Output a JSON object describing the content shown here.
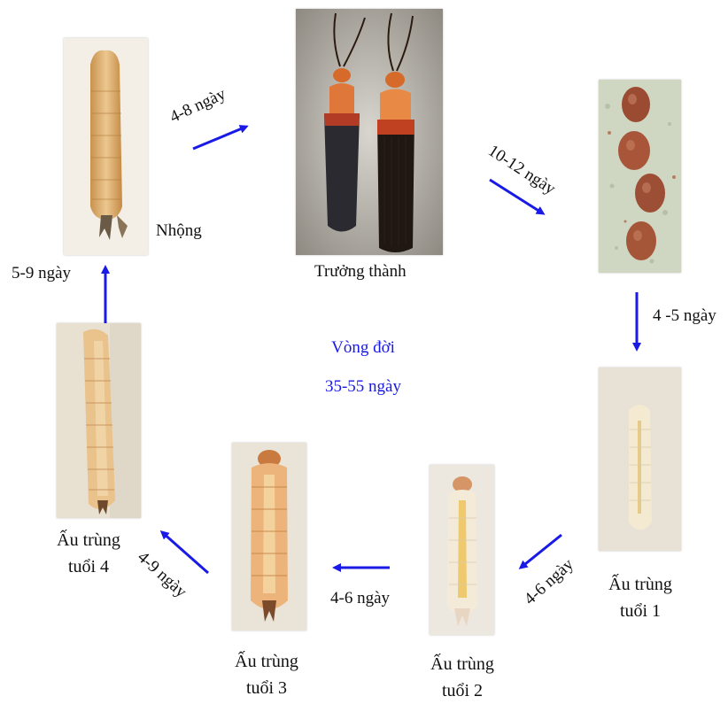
{
  "colors": {
    "arrow": "#1a1ae6",
    "center_text": "#1a1ae6"
  },
  "stages": {
    "pupa": {
      "label": "Nhộng"
    },
    "adult": {
      "label": "Trưởng thành"
    },
    "eggs": {
      "label": ""
    },
    "instar1": {
      "line1": "Ấu trùng",
      "line2": "tuổi 1"
    },
    "instar2": {
      "line1": "Ấu trùng",
      "line2": "tuổi 2"
    },
    "instar3": {
      "line1": "Ấu trùng",
      "line2": "tuổi 3"
    },
    "instar4": {
      "line1": "Ấu trùng",
      "line2": "tuổi 4"
    }
  },
  "durations": {
    "pupa_to_adult": "4-8 ngày",
    "adult_to_egg": "10-12 ngày",
    "egg_to_instar1": "4 -5 ngày",
    "instar1_to_instar2": "4-6 ngày",
    "instar2_to_instar3": "4-6 ngày",
    "instar3_to_instar4": "4-9 ngày",
    "instar4_to_pupa": "5-9 ngày"
  },
  "center": {
    "line1": "Vòng đời",
    "line2": "35-55 ngày"
  }
}
